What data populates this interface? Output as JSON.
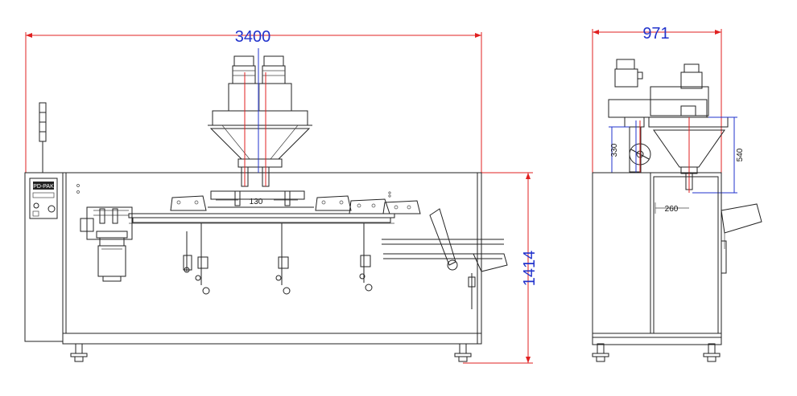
{
  "front_view": {
    "overall_width": "3400",
    "overall_height": "1414",
    "spout_spacing": "130",
    "brand_label": "PD-PAK"
  },
  "side_view": {
    "overall_width": "971",
    "hopper_height": "540",
    "feeder_height": "330",
    "spout_offset": "260"
  },
  "colors": {
    "dimension_line": "#e02020",
    "dimension_text": "#2233cc",
    "part_line": "#222222"
  }
}
